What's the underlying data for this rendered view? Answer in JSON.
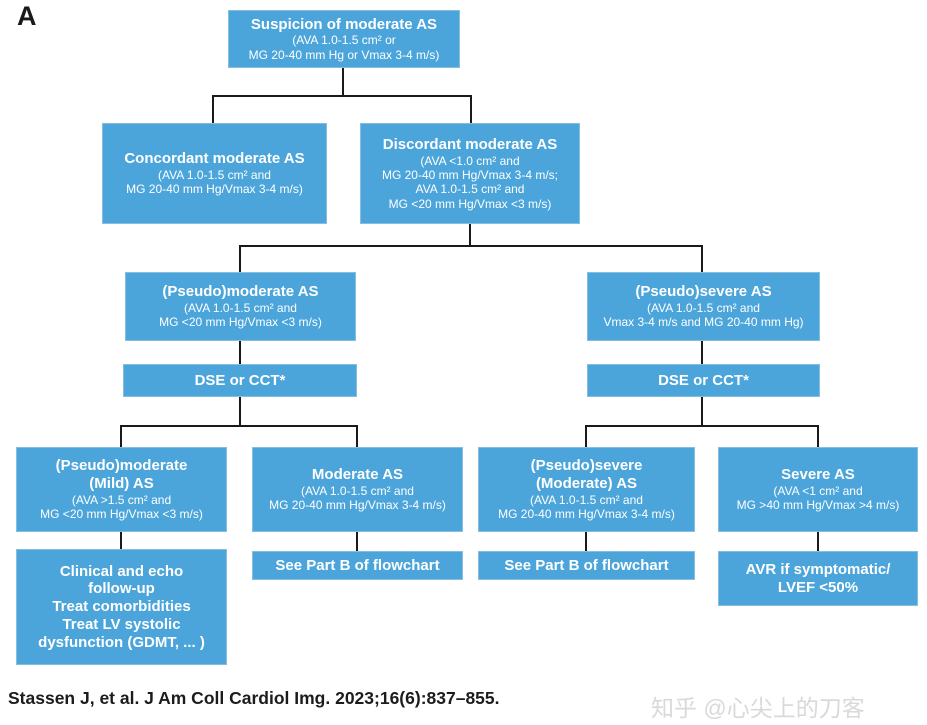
{
  "panel_label": "A",
  "colors": {
    "accent": "#4BA5DB",
    "box_border": "#85bede",
    "box_text": "#ffffff",
    "line": "#1a1a1a",
    "citation": "#1c1c1c",
    "watermark": "#d9d9d9"
  },
  "nodes": {
    "suspicion": {
      "title": "Suspicion of moderate AS",
      "details": [
        "(AVA 1.0-1.5 cm² or",
        "MG 20-40 mm Hg or Vmax 3-4 m/s)"
      ]
    },
    "concordant": {
      "title": "Concordant moderate AS",
      "details": [
        "(AVA 1.0-1.5 cm² and",
        "MG 20-40 mm Hg/Vmax 3-4 m/s)"
      ]
    },
    "discordant": {
      "title": "Discordant moderate AS",
      "details": [
        "(AVA <1.0 cm² and",
        "MG 20-40 mm Hg/Vmax 3-4 m/s;",
        "AVA 1.0-1.5 cm² and",
        "MG <20 mm Hg/Vmax <3 m/s)"
      ]
    },
    "pseudo_moderate": {
      "title": "(Pseudo)moderate AS",
      "details": [
        "(AVA 1.0-1.5 cm² and",
        "MG <20 mm Hg/Vmax <3 m/s)"
      ]
    },
    "pseudo_severe": {
      "title": "(Pseudo)severe AS",
      "details": [
        "(AVA 1.0-1.5 cm² and",
        "Vmax 3-4 m/s and MG 20-40 mm Hg)"
      ]
    },
    "dse_left": {
      "title": "DSE or CCT*"
    },
    "dse_right": {
      "title": "DSE or CCT*"
    },
    "pseudo_moderate_mild": {
      "title_lines": [
        "(Pseudo)moderate",
        "(Mild) AS"
      ],
      "details": [
        "(AVA >1.5 cm² and",
        "MG <20 mm Hg/Vmax <3 m/s)"
      ]
    },
    "moderate": {
      "title": "Moderate AS",
      "details": [
        "(AVA 1.0-1.5 cm² and",
        "MG 20-40 mm Hg/Vmax 3-4 m/s)"
      ]
    },
    "pseudo_severe_moderate": {
      "title_lines": [
        "(Pseudo)severe",
        "(Moderate) AS"
      ],
      "details": [
        "(AVA 1.0-1.5 cm² and",
        "MG 20-40 mm Hg/Vmax 3-4 m/s)"
      ]
    },
    "severe": {
      "title": "Severe AS",
      "details": [
        "(AVA <1 cm² and",
        "MG >40 mm Hg/Vmax >4 m/s)"
      ]
    },
    "clinical": {
      "lines": [
        "Clinical and echo",
        "follow-up",
        "Treat comorbidities",
        "Treat LV systolic",
        "dysfunction (GDMT, ... )"
      ]
    },
    "see_part_b_left": {
      "title": "See Part B of flowchart"
    },
    "see_part_b_right": {
      "title": "See Part B of flowchart"
    },
    "avr": {
      "lines": [
        "AVR if symptomatic/",
        "LVEF <50%"
      ]
    }
  },
  "footer": {
    "citation": "Stassen J, et al. J Am Coll Cardiol Img. 2023;16(6):837–855.",
    "watermark": "知乎 @心尖上的刀客"
  }
}
